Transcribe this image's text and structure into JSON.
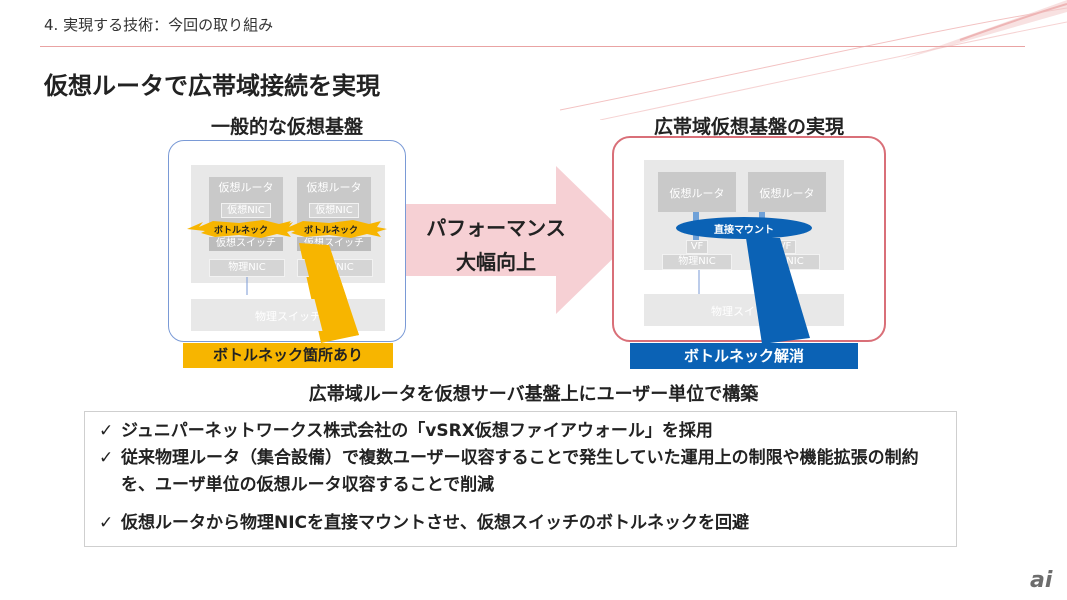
{
  "header": {
    "section_label": "4. 実現する技術：今回の取り組み",
    "title": "仮想ルータで広帯域接続を実現"
  },
  "left_panel": {
    "heading": "一般的な仮想基盤",
    "vm1_label": "仮想ルータ",
    "vm2_label": "仮想ルータ",
    "vnic1": "仮想NIC",
    "vnic2": "仮想NIC",
    "bottleneck1": "ボトルネック",
    "bottleneck2": "ボトルネック",
    "vswitch1": "仮想スイッチ",
    "vswitch2": "仮想スイッチ",
    "pnic1": "物理NIC",
    "pnic2": "物理NIC",
    "pswitch": "物理スイッチ",
    "badge": "ボトルネック箇所あり"
  },
  "center_arrow": {
    "line1": "パフォーマンス",
    "line2": "大幅向上"
  },
  "right_panel": {
    "heading": "広帯域仮想基盤の実現",
    "vm1_label": "仮想ルータ",
    "vm2_label": "仮想ルータ",
    "direct_mount": "直接マウント",
    "vf1": "VF",
    "vf2": "VF",
    "pnic1": "物理NIC",
    "pnic2": "物理NIC",
    "pswitch": "物理スイッチ",
    "badge": "ボトルネック解消"
  },
  "subtitle": "広帯域ルータを仮想サーバ基盤上にユーザー単位で構築",
  "bullets": [
    {
      "mark": "✓",
      "text": "ジュニパーネットワークス株式会社の「vSRX仮想ファイアウォール」を採用"
    },
    {
      "mark": "✓",
      "text": "従来物理ルータ（集合設備）で複数ユーザー収容することで発生していた運用上の制限や機能拡張の制約を、ユーザ単位の仮想ルータ収容することで削減"
    },
    {
      "mark": "✓",
      "text": "仮想ルータから物理NICを直接マウントさせ、仮想スイッチのボトルネックを回避"
    }
  ],
  "logo": "ai",
  "colors": {
    "accent_red": "#d96f78",
    "accent_blue": "#0b62b5",
    "accent_yellow": "#f7b500",
    "arrow_pink": "#f6d0d4"
  }
}
